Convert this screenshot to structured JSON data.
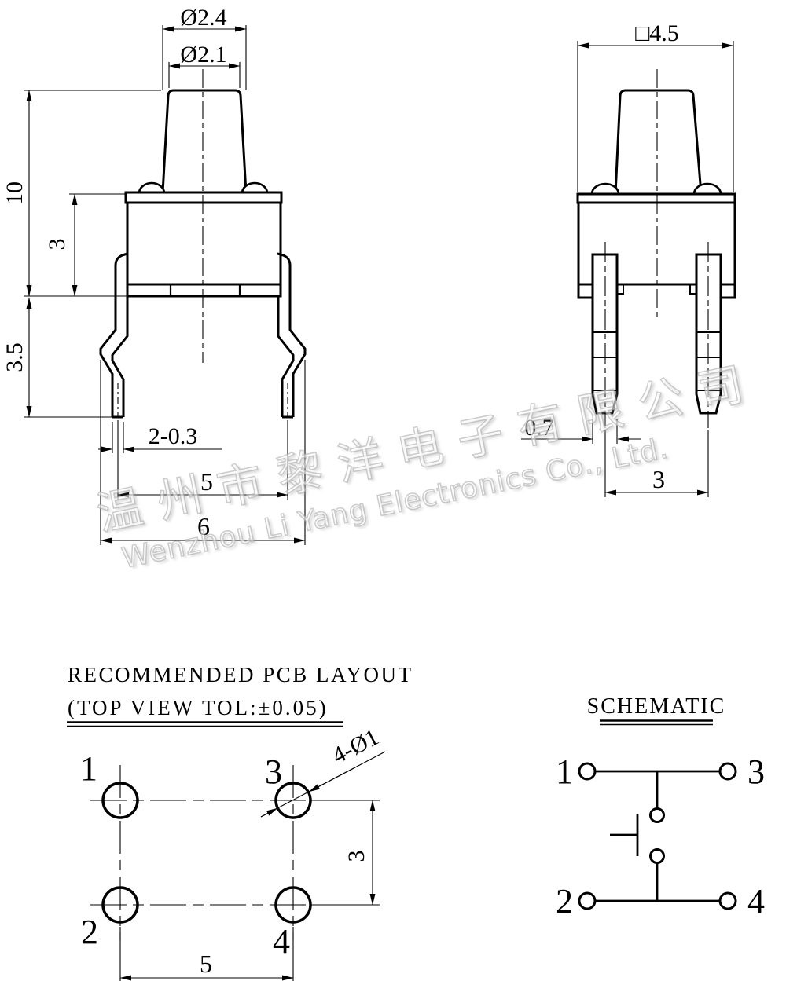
{
  "front": {
    "dim_cap_outer": "Ø2.4",
    "dim_cap_inner": "Ø2.1",
    "dim_total_height": "10",
    "dim_body_height": "3",
    "dim_leg_length": "3.5",
    "dim_lead_width": "2-0.3",
    "dim_lead_span_inner": "5",
    "dim_lead_span_outer": "6"
  },
  "side": {
    "dim_body_width": "□4.5",
    "dim_pin_width": "0.7",
    "dim_pin_pitch": "3"
  },
  "pcb": {
    "title_line1": "RECOMMENDED PCB LAYOUT",
    "title_line2": "(TOP VIEW TOL:±0.05)",
    "pad_labels": {
      "p1": "1",
      "p2": "2",
      "p3": "3",
      "p4": "4"
    },
    "dim_hole": "4-Ø1",
    "dim_row_pitch": "3",
    "dim_col_pitch": "5"
  },
  "schematic": {
    "title": "SCHEMATIC",
    "pin_labels": {
      "p1": "1",
      "p2": "2",
      "p3": "3",
      "p4": "4"
    }
  },
  "watermark": {
    "line1": "温州市黎洋电子有限公司",
    "line2": "Wenzhou Li Yang Electronics Co., Ltd."
  },
  "colors": {
    "line": "#000000",
    "background": "#ffffff",
    "watermark": "#bdbdbd"
  }
}
